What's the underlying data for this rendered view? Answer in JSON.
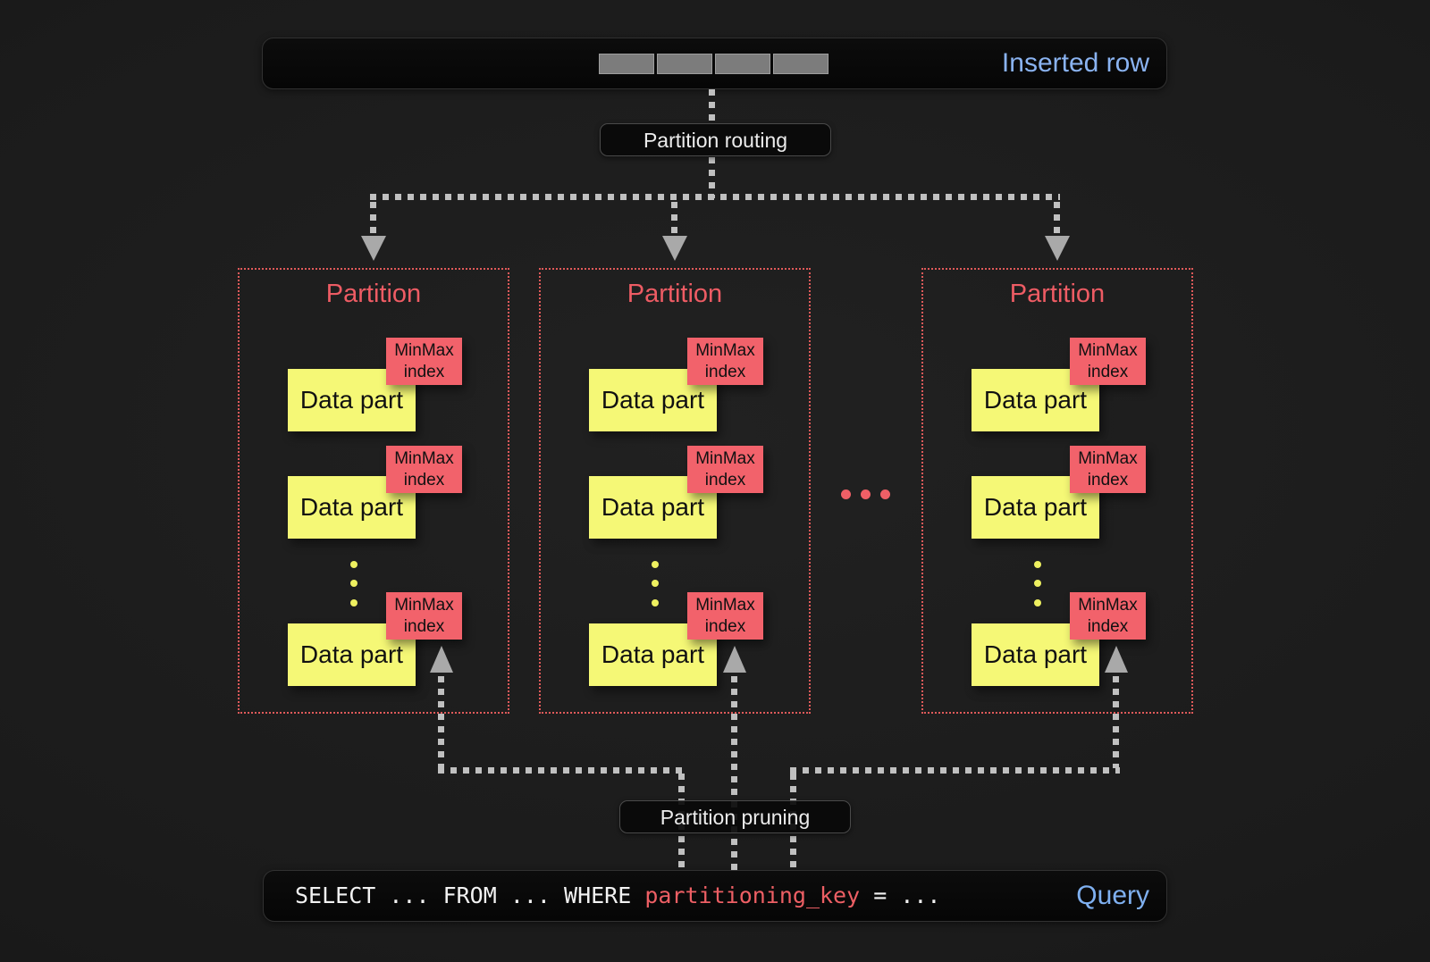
{
  "inserted_row": {
    "label": "Inserted row",
    "cell_count": 4
  },
  "routing": {
    "label": "Partition routing"
  },
  "pruning": {
    "label": "Partition pruning"
  },
  "partitions": [
    {
      "title": "Partition",
      "parts": [
        {
          "label": "Data part",
          "badge": [
            "MinMax",
            "index"
          ]
        },
        {
          "label": "Data part",
          "badge": [
            "MinMax",
            "index"
          ]
        },
        {
          "label": "Data part",
          "badge": [
            "MinMax",
            "index"
          ]
        }
      ]
    },
    {
      "title": "Partition",
      "parts": [
        {
          "label": "Data part",
          "badge": [
            "MinMax",
            "index"
          ]
        },
        {
          "label": "Data part",
          "badge": [
            "MinMax",
            "index"
          ]
        },
        {
          "label": "Data part",
          "badge": [
            "MinMax",
            "index"
          ]
        }
      ]
    },
    {
      "title": "Partition",
      "parts": [
        {
          "label": "Data part",
          "badge": [
            "MinMax",
            "index"
          ]
        },
        {
          "label": "Data part",
          "badge": [
            "MinMax",
            "index"
          ]
        },
        {
          "label": "Data part",
          "badge": [
            "MinMax",
            "index"
          ]
        }
      ]
    }
  ],
  "ellipsis_dot_count": 3,
  "query": {
    "segments": [
      {
        "text": "SELECT ... FROM ... WHERE ",
        "color": "#f2f2f2"
      },
      {
        "text": "partitioning_key",
        "color": "#ed5f64"
      },
      {
        "text": " = ...",
        "color": "#f2f2f2"
      }
    ],
    "label": "Query"
  },
  "colors": {
    "background": "#1b1b1b",
    "bar_background": "#070707",
    "accent_blue": "#8ab3f1",
    "partition_red": "#ee5c64",
    "partition_border_red": "#e05a5a",
    "minmax_background": "#f2626b",
    "datapart_background": "#f5f876",
    "connector_gray": "#c0c0c0",
    "arrow_gray": "#a9a9a9",
    "sql_highlight_red": "#ed5f64",
    "yellow_dot": "#eef060"
  }
}
